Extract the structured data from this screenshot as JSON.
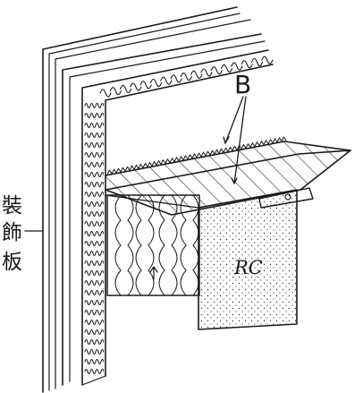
{
  "labels": {
    "finish_board": [
      "裝",
      "飾",
      "板"
    ],
    "callout_b": "B",
    "concrete": "RC"
  }
}
